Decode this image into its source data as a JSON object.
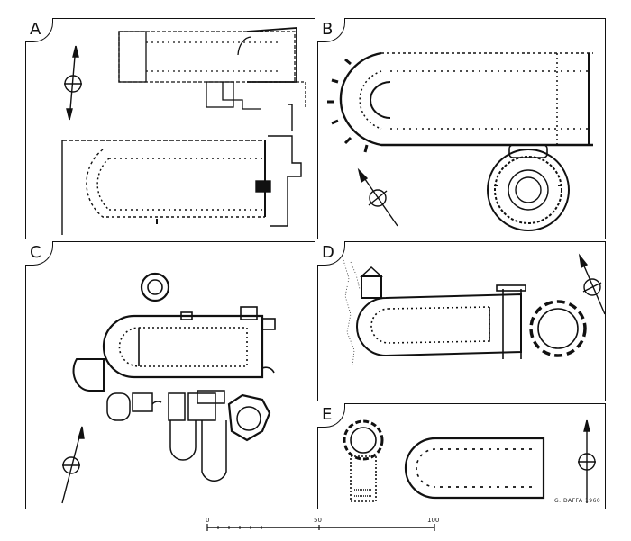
{
  "panels": [
    {
      "id": "A",
      "label": "A"
    },
    {
      "id": "B",
      "label": "B"
    },
    {
      "id": "C",
      "label": "C"
    },
    {
      "id": "D",
      "label": "D"
    },
    {
      "id": "E",
      "label": "E"
    }
  ],
  "signature": "G. DAFFA 1960",
  "scale": {
    "ticks": [
      "0",
      "50",
      "100"
    ]
  }
}
